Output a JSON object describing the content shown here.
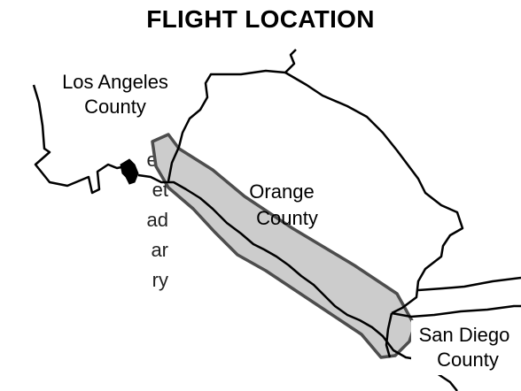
{
  "title": "FLIGHT LOCATION",
  "left_caption_fragments": [
    "eo",
    "et",
    "ad",
    "ar",
    "ry"
  ],
  "labels": {
    "la_line1": "Los Angeles",
    "la_line2": "County",
    "orange_line1": "Orange",
    "orange_line2": "County",
    "sd_line1": "San Diego",
    "sd_line2": "County"
  },
  "colors": {
    "flight_area_fill": "#cccccc",
    "flight_area_stroke": "#4d4d4d",
    "boundary": "#000000"
  }
}
